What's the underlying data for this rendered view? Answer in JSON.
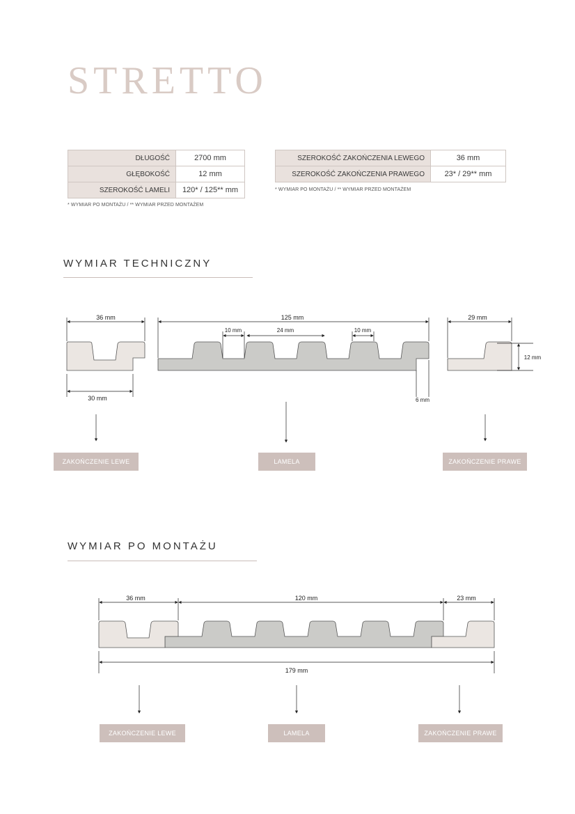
{
  "title": "STRETTO",
  "spec_left": [
    {
      "label": "DŁUGOŚĆ",
      "value": "2700 mm"
    },
    {
      "label": "GŁĘBOKOŚĆ",
      "value": "12 mm"
    },
    {
      "label": "SZEROKOŚĆ LAMELI",
      "value": "120* / 125** mm"
    }
  ],
  "spec_left_note": "* WYMIAR PO MONTAŻU / ** WYMIAR PRZED MONTAŻEM",
  "spec_right": [
    {
      "label": "SZEROKOŚĆ ZAKOŃCZENIA LEWEGO",
      "value": "36 mm"
    },
    {
      "label": "SZEROKOŚĆ ZAKOŃCZENIA PRAWEGO",
      "value": "23* / 29** mm"
    }
  ],
  "spec_right_note": "* WYMIAR PO MONTAŻU / ** WYMIAR PRZED MONTAŻEM",
  "section_technical": {
    "heading": "WYMIAR TECHNICZNY",
    "dims": {
      "left_width": "36 mm",
      "left_bottom": "30 mm",
      "lamela_width": "125 mm",
      "gap1": "10 mm",
      "rib": "24 mm",
      "gap2": "10 mm",
      "tongue": "6 mm",
      "right_width": "29 mm",
      "depth": "12 mm"
    },
    "labels": [
      "ZAKOŃCZENIE LEWE",
      "LAMELA",
      "ZAKOŃCZENIE PRAWE"
    ]
  },
  "section_mounted": {
    "heading": "WYMIAR PO MONTAŻU",
    "dims": {
      "left_width": "36 mm",
      "lamela_width": "120 mm",
      "right_width": "23 mm",
      "total": "179 mm"
    },
    "labels": [
      "ZAKOŃCZENIE LEWE",
      "LAMELA",
      "ZAKOŃCZENIE PRAWE"
    ]
  },
  "colors": {
    "accent": "#d9cbc5",
    "label_bg": "#cdbfbb",
    "end_piece": "#ebe6e2",
    "lamela": "#cbcbc8"
  }
}
